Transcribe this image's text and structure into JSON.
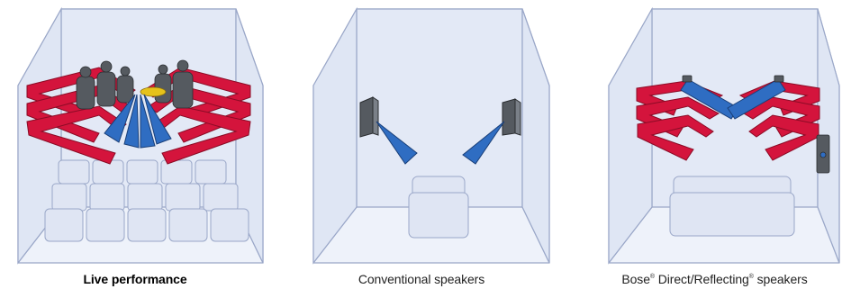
{
  "panels": [
    {
      "caption": "Live performance",
      "active": true
    },
    {
      "caption": "Conventional speakers",
      "active": false
    },
    {
      "brand": "Bose",
      "reg1": "®",
      "middle": " Direct/Reflecting",
      "reg2": "®",
      "tail": " speakers",
      "active": false
    }
  ],
  "colors": {
    "room_wall": "#e9eef8",
    "room_stroke": "#9aa7c8",
    "seat_fill": "#dfe5f3",
    "red_path": "#d4143c",
    "blue_path": "#2f6dc2",
    "speaker": "#555a60"
  },
  "icons": [
    "room",
    "seat-rows",
    "musicians",
    "reflected-sound-red",
    "direct-sound-blue",
    "speaker-icon"
  ]
}
